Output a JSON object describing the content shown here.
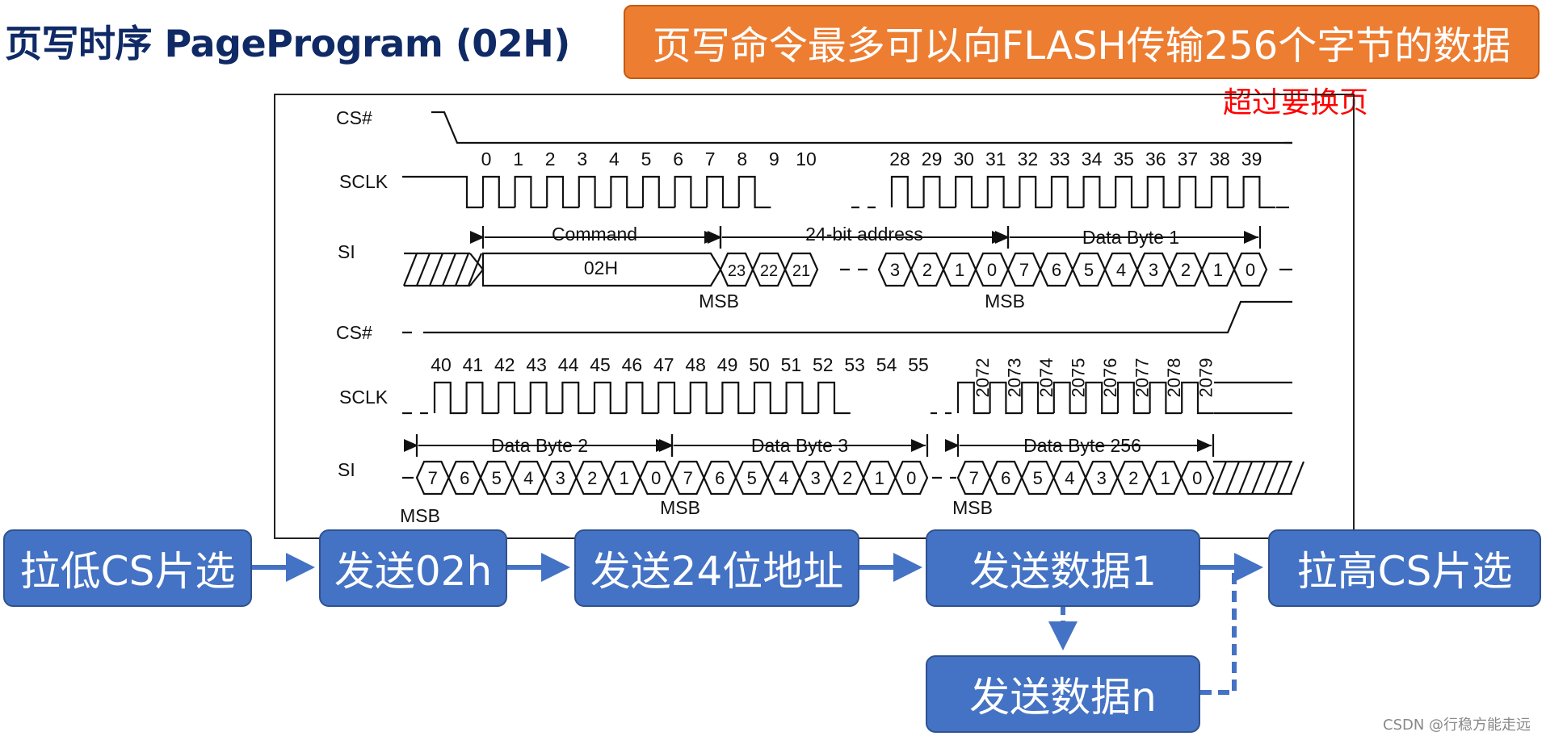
{
  "header": {
    "title": "页写时序 PageProgram (02H)",
    "banner": "页写命令最多可以向FLASH传输256个字节的数据",
    "note": "超过要换页"
  },
  "timing": {
    "signals": {
      "cs": "CS#",
      "sclk": "SCLK",
      "si": "SI"
    },
    "clock_ticks_top_a": [
      "0",
      "1",
      "2",
      "3",
      "4",
      "5",
      "6",
      "7",
      "8",
      "9",
      "10"
    ],
    "clock_ticks_top_b": [
      "28",
      "29",
      "30",
      "31",
      "32",
      "33",
      "34",
      "35",
      "36",
      "37",
      "38",
      "39"
    ],
    "clock_ticks_bottom_a": [
      "40",
      "41",
      "42",
      "43",
      "44",
      "45",
      "46",
      "47",
      "48",
      "49",
      "50",
      "51",
      "52",
      "53",
      "54",
      "55"
    ],
    "clock_ticks_bottom_b": [
      "2072",
      "2073",
      "2074",
      "2075",
      "2076",
      "2077",
      "2078",
      "2079"
    ],
    "segments": {
      "command": "Command",
      "address": "24-bit address",
      "byte1": "Data Byte 1",
      "byte2": "Data Byte 2",
      "byte3": "Data Byte 3",
      "byte256": "Data Byte 256"
    },
    "command_value": "02H",
    "address_bits_high": [
      "23",
      "22",
      "21"
    ],
    "address_bits_low": [
      "3",
      "2",
      "1",
      "0"
    ],
    "data_bits": [
      "7",
      "6",
      "5",
      "4",
      "3",
      "2",
      "1",
      "0"
    ],
    "msb": "MSB"
  },
  "flow": {
    "steps": {
      "cs_low": "拉低CS片选",
      "send_cmd": "发送02h",
      "send_addr": "发送24位地址",
      "send_data1": "发送数据1",
      "send_datan": "发送数据n",
      "cs_high": "拉高CS片选"
    },
    "color": "#4472c4"
  },
  "watermark": "CSDN @行稳方能走远"
}
